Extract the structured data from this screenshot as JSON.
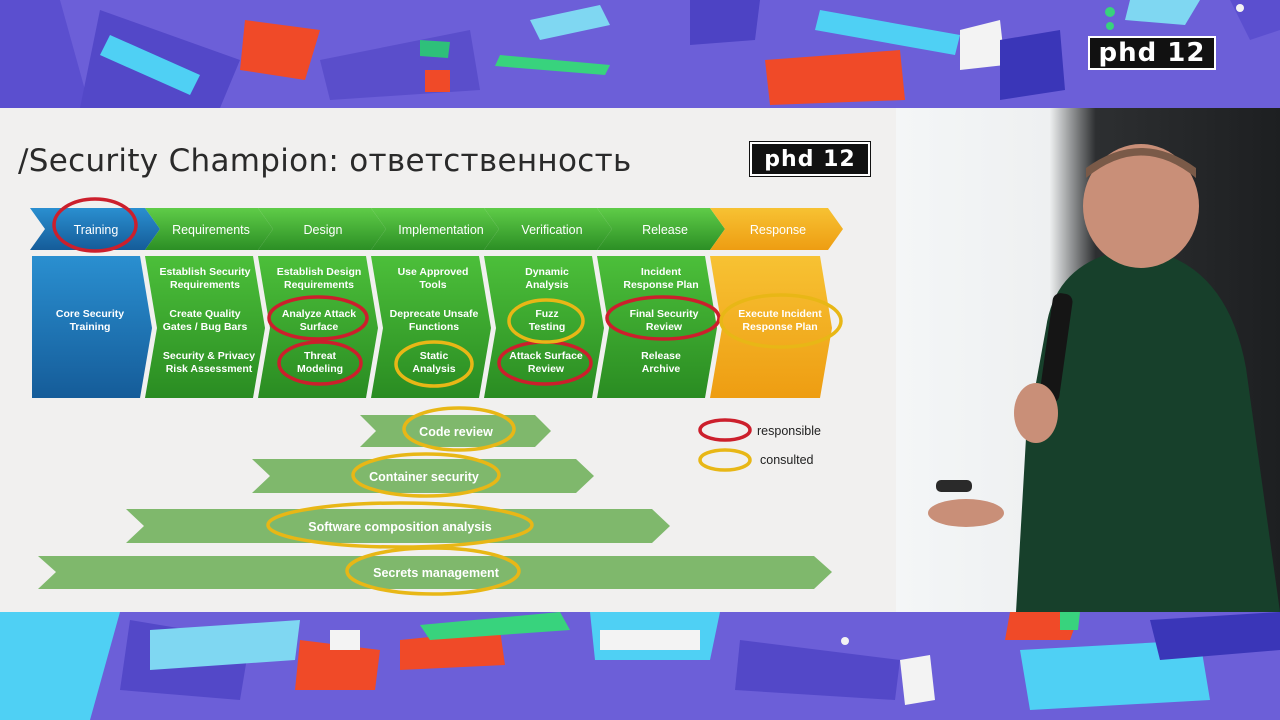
{
  "event_logo": "phd 12",
  "slide": {
    "title": "/Security Champion: ответственность",
    "logo": "phd 12",
    "phases": [
      {
        "name": "Training",
        "items": [
          "Core Security",
          "Training"
        ]
      },
      {
        "name": "Requirements",
        "items": [
          "Establish Security",
          "Requirements",
          "Create Quality",
          "Gates / Bug Bars",
          "Security & Privacy",
          "Risk Assessment"
        ]
      },
      {
        "name": "Design",
        "items": [
          "Establish Design",
          "Requirements",
          "Analyze Attack",
          "Surface",
          "Threat",
          "Modeling"
        ]
      },
      {
        "name": "Implementation",
        "items": [
          "Use Approved",
          "Tools",
          "Deprecate Unsafe",
          "Functions",
          "Static",
          "Analysis"
        ]
      },
      {
        "name": "Verification",
        "items": [
          "Dynamic",
          "Analysis",
          "Fuzz",
          "Testing",
          "Attack Surface",
          "Review"
        ]
      },
      {
        "name": "Release",
        "items": [
          "Incident",
          "Response Plan",
          "Final Security",
          "Review",
          "Release",
          "Archive"
        ]
      },
      {
        "name": "Response",
        "items": [
          "Execute Incident",
          "Response Plan"
        ]
      }
    ],
    "bars": [
      "Code review",
      "Container security",
      "Software composition analysis",
      "Secrets management"
    ],
    "legend": {
      "responsible": "responsible",
      "consulted": "consulted"
    },
    "colors": {
      "responsible": "#cc1f2c",
      "consulted": "#e8b716",
      "green": "#3aa12e",
      "response": "#f2b01e",
      "training": "#1e7cbd"
    }
  }
}
